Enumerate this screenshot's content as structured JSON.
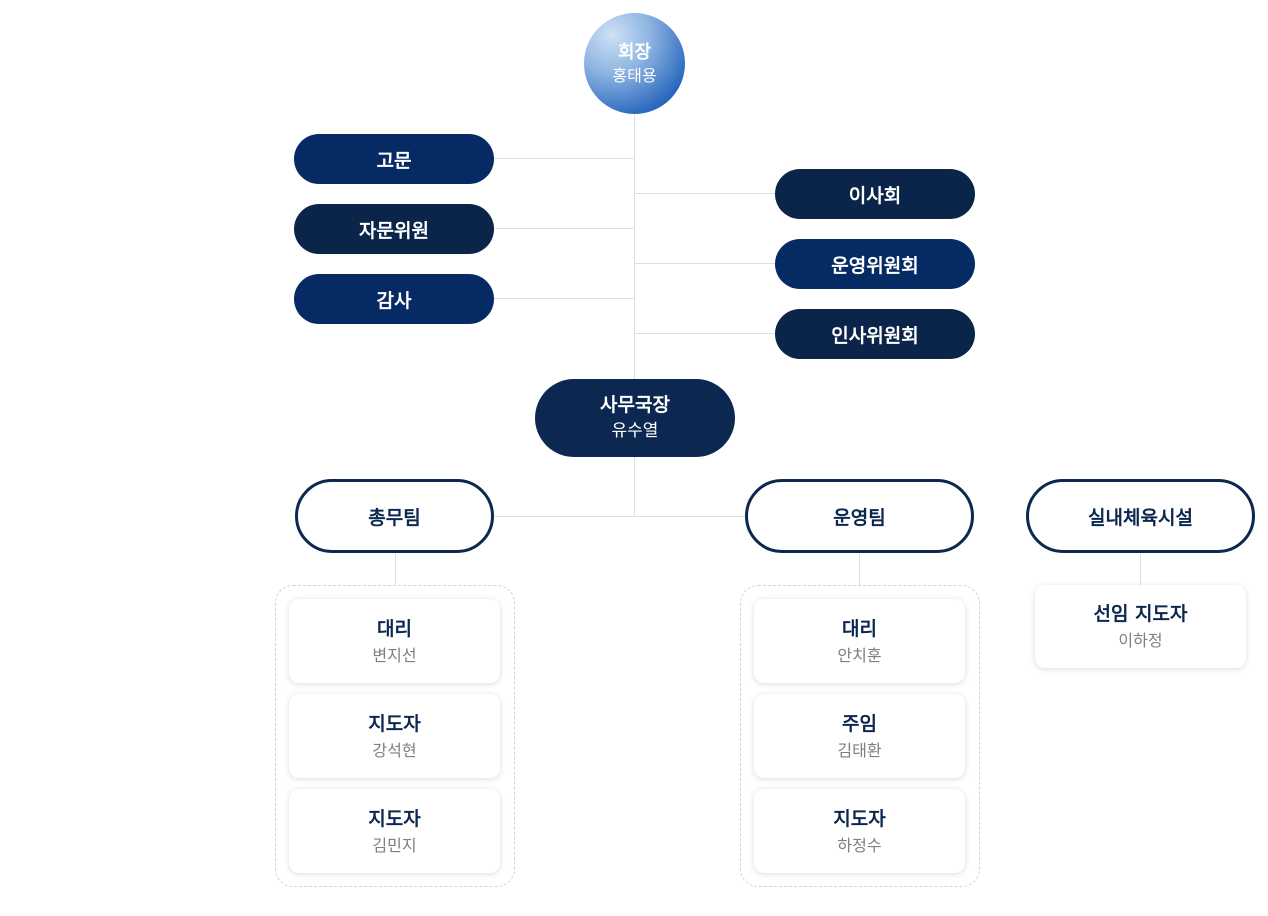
{
  "chairman": {
    "title": "회장",
    "name": "홍태용"
  },
  "left_pills": [
    "고문",
    "자문위원",
    "감사"
  ],
  "right_pills": [
    "이사회",
    "운영위원회",
    "인사위원회"
  ],
  "secretary_general": {
    "title": "사무국장",
    "name": "유수열"
  },
  "teams": [
    {
      "name": "총무팀",
      "members": [
        {
          "title": "대리",
          "name": "변지선"
        },
        {
          "title": "지도자",
          "name": "강석현"
        },
        {
          "title": "지도자",
          "name": "김민지"
        }
      ]
    },
    {
      "name": "운영팀",
      "members": [
        {
          "title": "대리",
          "name": "안치훈"
        },
        {
          "title": "주임",
          "name": "김태환"
        },
        {
          "title": "지도자",
          "name": "하정수"
        }
      ]
    },
    {
      "name": "실내체육시설",
      "members": [
        {
          "title": "선임 지도자",
          "name": "이하정"
        }
      ]
    }
  ]
}
